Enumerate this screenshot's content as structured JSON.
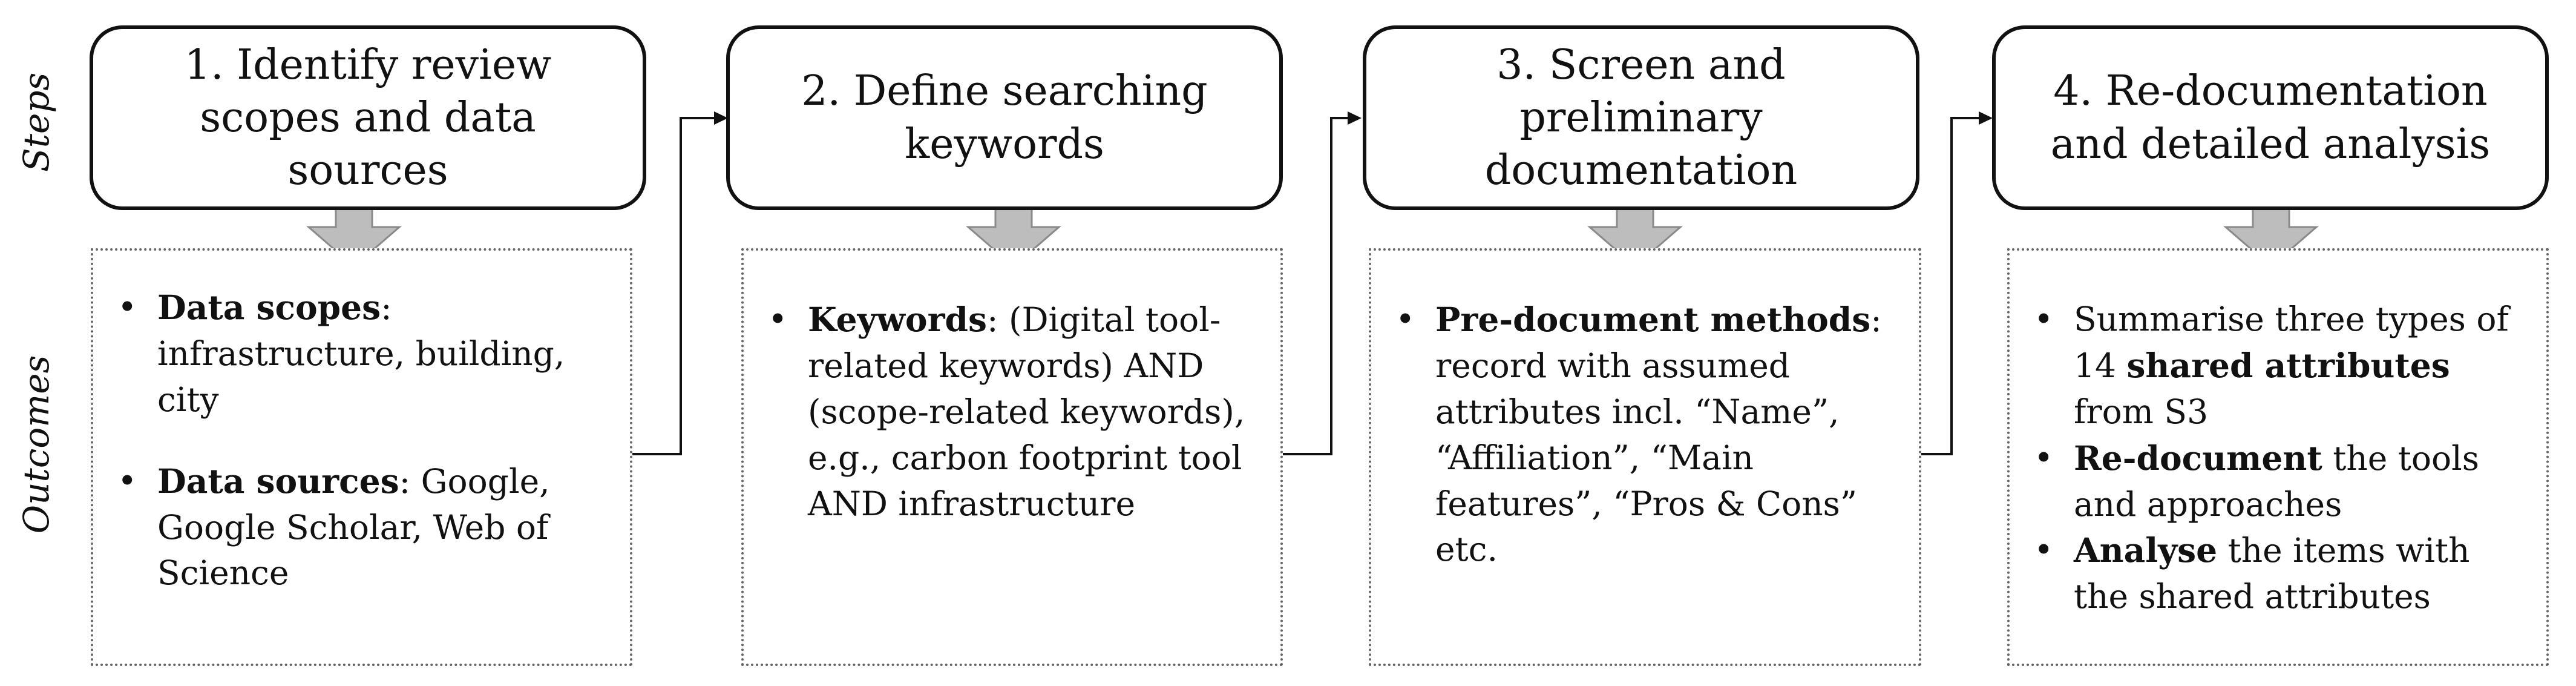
{
  "labels": {
    "steps": "Steps",
    "outcomes": "Outcomes"
  },
  "steps": [
    {
      "title": "1. Identify review scopes and data sources"
    },
    {
      "title": "2. Define searching keywords"
    },
    {
      "title": "3. Screen and preliminary documentation"
    },
    {
      "title": "4. Re-documentation and detailed analysis"
    }
  ],
  "outcomes": [
    {
      "items": [
        {
          "bold": "Data scopes",
          "text": ": infrastructure, building, city"
        },
        {
          "bold": "Data sources",
          "text": ": Google, Google Scholar, Web of Science"
        }
      ]
    },
    {
      "items": [
        {
          "bold": "Keywords",
          "text": ": (Digital tool-related keywords) AND (scope-related keywords), e.g., carbon footprint tool AND infrastructure"
        }
      ]
    },
    {
      "items": [
        {
          "bold": "Pre-document methods",
          "text": ": record with assumed attributes incl. “Name”, “Affiliation”, “Main features”, “Pros & Cons” etc."
        }
      ]
    },
    {
      "items": [
        {
          "pre": "Summarise three types of 14 ",
          "bold": "shared attributes",
          "text": " from S3"
        },
        {
          "bold": "Re-document",
          "text": " the tools and approaches"
        },
        {
          "bold": "Analyse",
          "text": " the items with the shared attributes"
        }
      ]
    }
  ],
  "colors": {
    "line": "#111111",
    "arrow_fill": "#bdbdbd",
    "arrow_stroke": "#8a8a8a",
    "dotted": "#666666"
  }
}
